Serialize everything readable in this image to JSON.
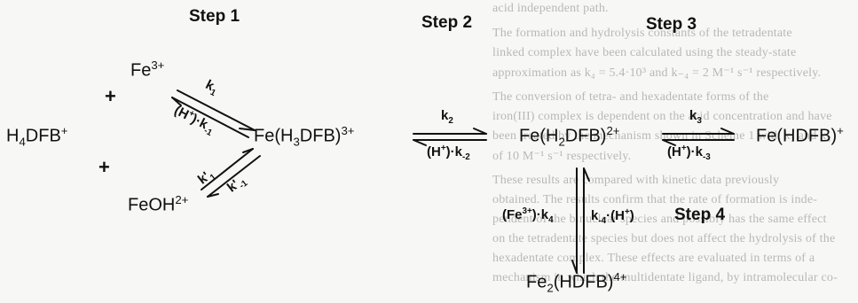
{
  "background_text": [
    "acid independent path.",
    "The formation and hydrolysis constants of the tetradentate",
    "linked complex have been calculated using the steady-state",
    "approximation as k₄ = 5.4·10³ and k₋₄ = 2 M⁻¹ s⁻¹ respectively.",
    "The conversion of tetra- and hexadentate forms of the",
    "iron(III) complex is dependent on the acid concentration and have",
    "been treated by the mechanism shown in Scheme 1 with k₂ and k₃",
    "of 10 M⁻¹ s⁻¹ respectively.",
    "These results are compared with kinetic data previously",
    "obtained. The results confirm that the rate of formation is inde-",
    "pendent of the binuclear species and possibly has the same effect",
    "on the tetradentate species but does not affect the hydrolysis of the",
    "hexadentate complex. These effects are evaluated in terms of a",
    "mechanism in which the multidentate ligand, by intramolecular co-"
  ],
  "steps": {
    "step1": "Step 1",
    "step2": "Step 2",
    "step3": "Step 3",
    "step4": "Step 4"
  },
  "species": {
    "fe3_base": "Fe",
    "fe3_charge": "3+",
    "h4dfb_base": "H",
    "h4dfb_sub": "4",
    "h4dfb_rest": "DFB",
    "h4dfb_charge": "+",
    "feoh_base": "FeOH",
    "feoh_charge": "2+",
    "fe_h3dfb_a": "Fe(H",
    "fe_h3dfb_sub": "3",
    "fe_h3dfb_b": "DFB)",
    "fe_h3dfb_charge": "3+",
    "fe_h2dfb_a": "Fe(H",
    "fe_h2dfb_sub": "2",
    "fe_h2dfb_b": "DFB)",
    "fe_h2dfb_charge": "2+",
    "fe_hdfb": "Fe(HDFB)",
    "fe_hdfb_charge": "+",
    "fe2_a": "Fe",
    "fe2_sub": "2",
    "fe2_b": "(HDFB)",
    "fe2_charge": "4+",
    "plus": "+"
  },
  "rates": {
    "k1_k": "k",
    "k1_sub": "1",
    "km1_pre": "(H",
    "km1_charge": "+",
    "km1_post": ")·k",
    "km1_sub": "-1",
    "k1p_k": "k'",
    "k1p_sub": "1",
    "km1p_k": "k'",
    "km1p_sub": "-1",
    "k2_k": "k",
    "k2_sub": "2",
    "km2_pre": "(H",
    "km2_charge": "+",
    "km2_post": ")·k",
    "km2_sub": "-2",
    "k3_k": "k",
    "k3_sub": "3",
    "km3_pre": "(H",
    "km3_charge": "+",
    "km3_post": ")·k",
    "km3_sub": "-3",
    "k4_pre": "(Fe",
    "k4_charge": "3+",
    "k4_post": ")·k",
    "k4_sub": "4",
    "km4_k": "k",
    "km4_sub": "-4",
    "km4_post": "·(H",
    "km4_charge": "+",
    "km4_close": ")"
  }
}
